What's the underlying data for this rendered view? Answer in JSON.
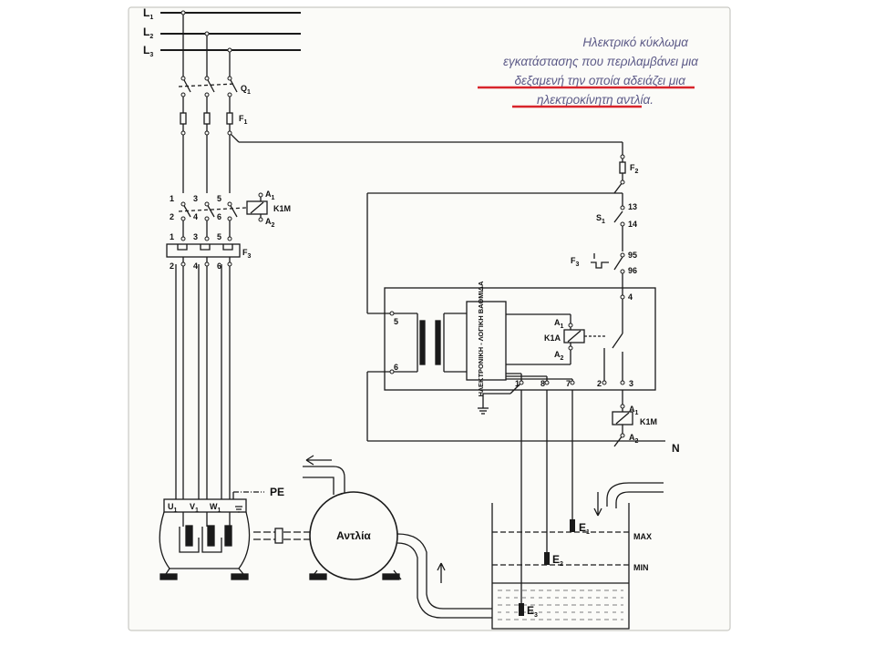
{
  "caption": {
    "line1": "Ηλεκτρικό κύκλωμα",
    "line2": "εγκατάστασης που περιλαμβάνει μια",
    "line3": "δεξαμενή την οποία αδειάζει μια",
    "line4": "ηλεκτροκίνητη αντλία."
  },
  "colors": {
    "underline": "#d8242b",
    "caption": "#5c5a87",
    "ink": "#1a1a1a",
    "page": "#fbfbf8"
  },
  "lines": {
    "L1": {
      "main": "L",
      "sub": "1"
    },
    "L2": {
      "main": "L",
      "sub": "2"
    },
    "L3": {
      "main": "L",
      "sub": "3"
    }
  },
  "components": {
    "Q1": {
      "main": "Q",
      "sub": "1"
    },
    "F1": {
      "main": "F",
      "sub": "1"
    },
    "F2": {
      "main": "F",
      "sub": "2"
    },
    "F3": {
      "main": "F",
      "sub": "3"
    },
    "F3b": {
      "main": "F",
      "sub": "3"
    },
    "S1": {
      "main": "S",
      "sub": "1"
    },
    "K1M": "K1M",
    "K1M_b": "K1M",
    "K1A": "K1A",
    "A1": {
      "main": "A",
      "sub": "1"
    },
    "A2": {
      "main": "A",
      "sub": "2"
    },
    "A1b": {
      "main": "A",
      "sub": "1"
    },
    "A2b": {
      "main": "A",
      "sub": "2"
    },
    "A1c": {
      "main": "A",
      "sub": "1"
    },
    "A2c": {
      "main": "A",
      "sub": "2"
    },
    "PE": "PE",
    "N": "N",
    "pump": "Αντλία",
    "logic": "ΗΛΕΚΤΡΟΝΙΚΗ - ΛΟΓΙΚΗ ΒΑΘΜΙΔΑ"
  },
  "terminals": {
    "t1": "1",
    "t3": "3",
    "t5": "5",
    "t2": "2",
    "t4": "4",
    "t6": "6",
    "f1": "1",
    "f3": "3",
    "f5": "5",
    "f2": "2",
    "f4": "4",
    "f6": "6",
    "t13": "13",
    "t14": "14",
    "t95": "95",
    "t96": "96",
    "t4b": "4",
    "b5": "5",
    "b6": "6",
    "b1": "1",
    "b8": "8",
    "b7": "7",
    "b2": "2",
    "b3": "3"
  },
  "motor": {
    "U1": {
      "main": "U",
      "sub": "1"
    },
    "V1": {
      "main": "V",
      "sub": "1"
    },
    "W1": {
      "main": "W",
      "sub": "1"
    }
  },
  "tank": {
    "max": "MAX",
    "min": "MIN",
    "E1": {
      "main": "E",
      "sub": "1"
    },
    "E2": {
      "main": "E",
      "sub": "2"
    },
    "E3": {
      "main": "E",
      "sub": "3"
    }
  }
}
